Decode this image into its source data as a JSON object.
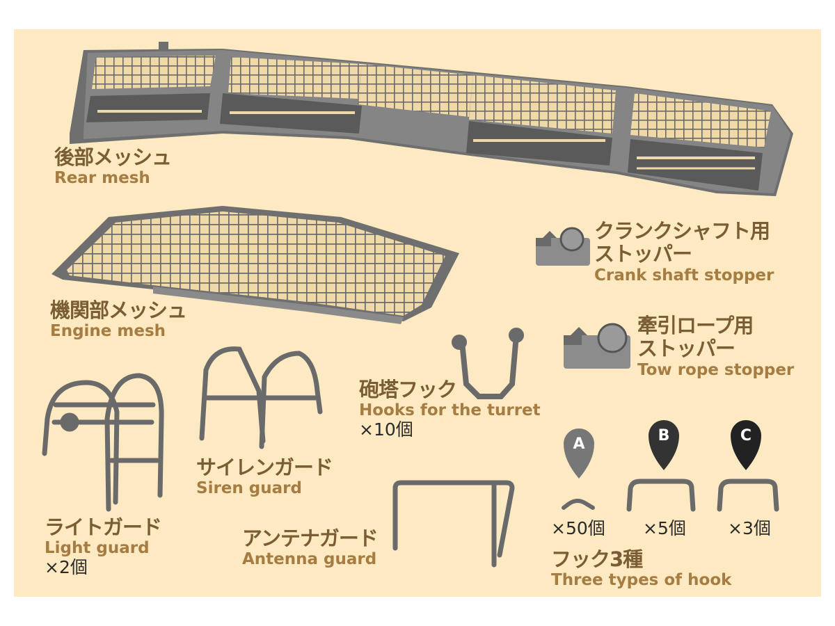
{
  "colors": {
    "background": "#fde9c2",
    "part_gray": "#6e6e6e",
    "label_dark": "#7a5d34",
    "label_light": "#a57c42"
  },
  "parts": {
    "rear_mesh": {
      "jp": "後部メッシュ",
      "en": "Rear mesh"
    },
    "engine_mesh": {
      "jp": "機関部メッシュ",
      "en": "Engine mesh"
    },
    "crank_stopper": {
      "jp1": "クランクシャフト用",
      "jp2": "ストッパー",
      "en": "Crank shaft stopper"
    },
    "tow_stopper": {
      "jp1": "牽引ロープ用",
      "jp2": "ストッパー",
      "en": "Tow rope stopper"
    },
    "turret_hooks": {
      "jp": "砲塔フック",
      "en": "Hooks for the turret",
      "qty": "×10個"
    },
    "light_guard": {
      "jp": "ライトガード",
      "en": "Light guard",
      "qty": "×2個"
    },
    "siren_guard": {
      "jp": "サイレンガード",
      "en": "Siren guard"
    },
    "antenna_guard": {
      "jp": "アンテナガード",
      "en": "Antenna guard"
    },
    "hooks": {
      "jp": "フック3種",
      "en": "Three types of hook",
      "a": {
        "letter": "A",
        "qty": "×50個"
      },
      "b": {
        "letter": "B",
        "qty": "×5個"
      },
      "c": {
        "letter": "C",
        "qty": "×3個"
      }
    }
  }
}
